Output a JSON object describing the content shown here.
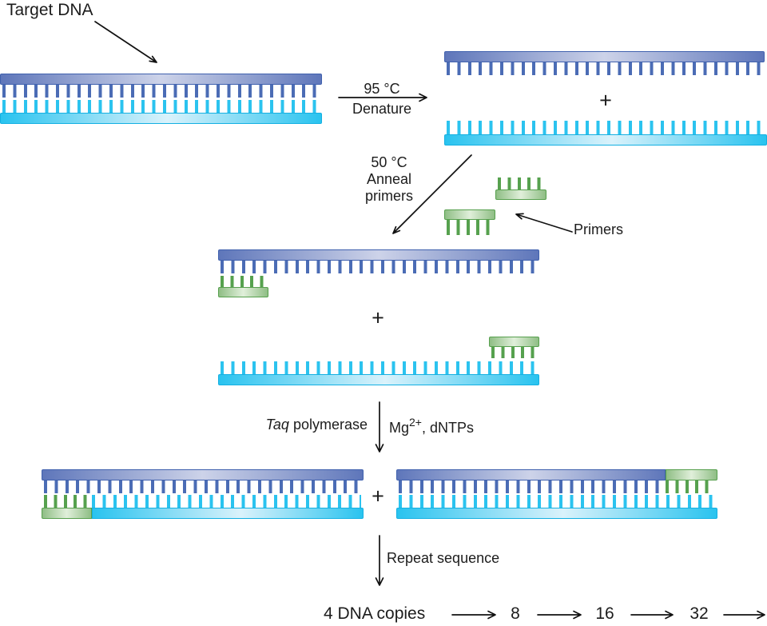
{
  "labels": {
    "target_dna": "Target DNA",
    "primers": "Primers",
    "plus": "+",
    "repeat": "Repeat sequence"
  },
  "steps": {
    "denature": {
      "temp": "95 °C",
      "action": "Denature"
    },
    "anneal": {
      "temp": "50 °C",
      "action_line1": "Anneal",
      "action_line2": "primers"
    },
    "extend": {
      "enzyme": "Taq",
      "enzyme_rest": " polymerase",
      "cofactor": "Mg",
      "cofactor_sup": "2+",
      "reagents": ", dNTPs"
    }
  },
  "copies": {
    "label": "4 DNA copies",
    "sequence": [
      "8",
      "16",
      "32"
    ]
  },
  "colors": {
    "dna_top_strand": "#5e76ba",
    "dna_top_strand_light": "#cdd3e9",
    "dna_top_border": "#4061ae",
    "dna_top_teeth": "#4b6cb5",
    "dna_bottom_strand": "#29c3ef",
    "dna_bottom_strand_light": "#daf2fb",
    "dna_bottom_border": "#14b0e2",
    "dna_bottom_teeth": "#2bc3ef",
    "primer_fill": "#8fbe85",
    "primer_fill_light": "#e0efda",
    "primer_border": "#57a04e",
    "primer_teeth": "#56a14e",
    "text": "#1c1c1c",
    "arrow": "#111111"
  }
}
